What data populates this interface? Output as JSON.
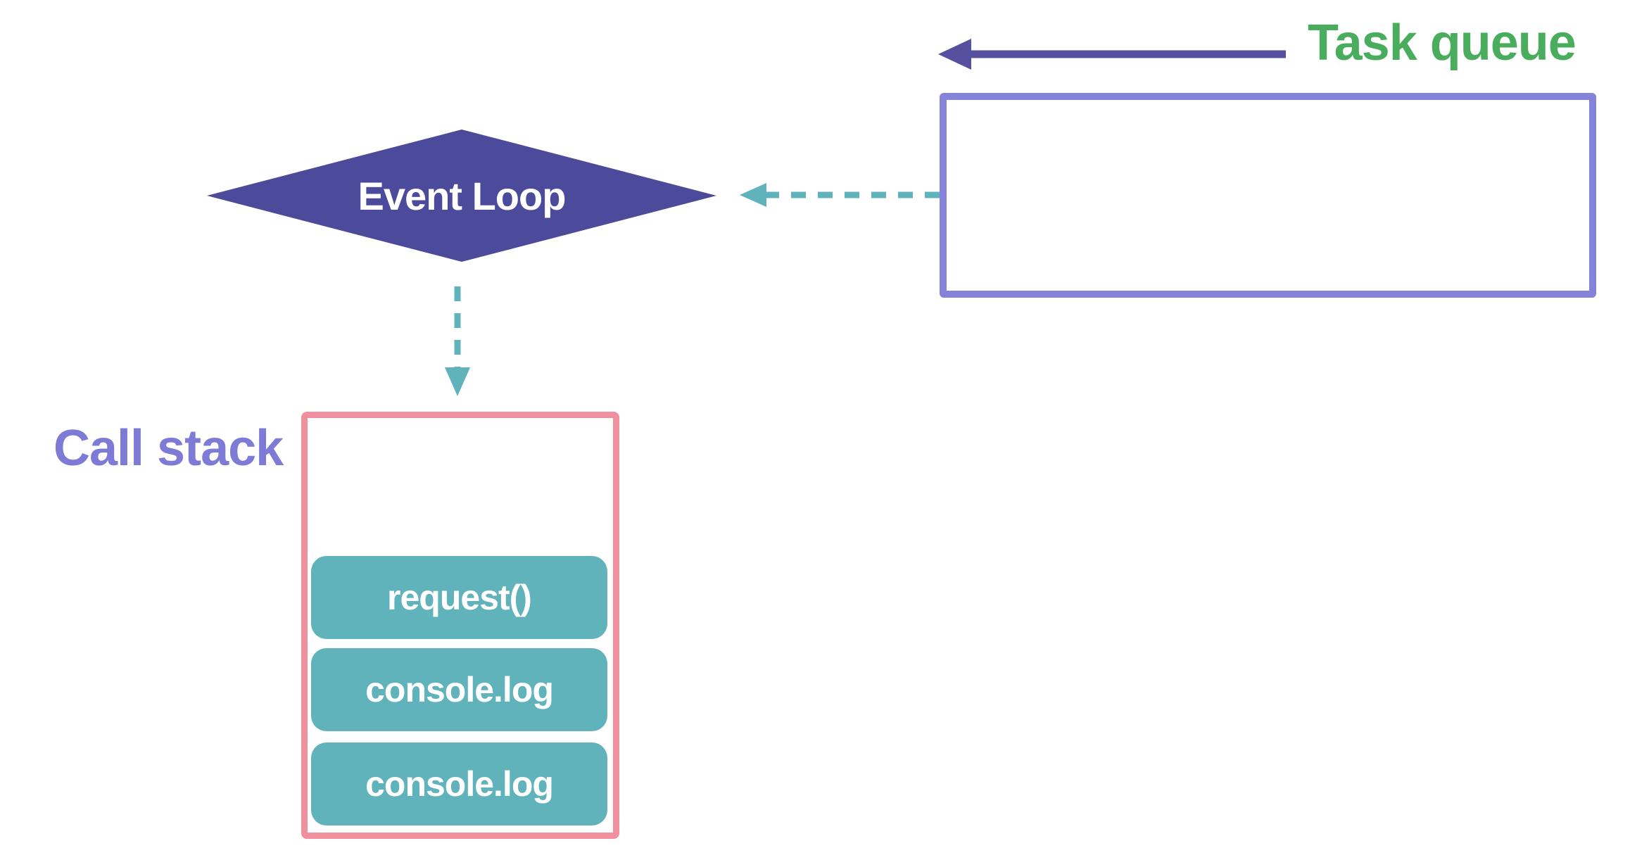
{
  "background_color": "#ffffff",
  "task_queue": {
    "label": "Task queue",
    "label_color": "#4aad5e",
    "box_border_color": "#8583d9",
    "arrow_color": "#55519f"
  },
  "event_loop": {
    "label": "Event Loop",
    "diamond_fill_color": "#4c4a9a",
    "label_color": "#ffffff"
  },
  "dashed_arrows": {
    "color": "#60b3bb",
    "queue_to_loop_direction": "left",
    "loop_to_stack_direction": "down"
  },
  "call_stack": {
    "label": "Call stack",
    "label_color": "#7d7bd5",
    "box_border_color": "#f0909f",
    "frame_fill_color": "#60b3bb",
    "frame_label_color": "#ffffff",
    "frames": [
      {
        "label": "request()"
      },
      {
        "label": "console.log"
      },
      {
        "label": "console.log"
      }
    ]
  }
}
